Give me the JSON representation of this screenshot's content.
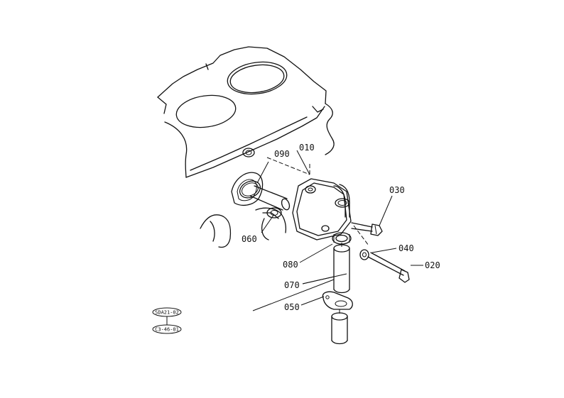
{
  "callouts": {
    "p010": "010",
    "p020": "020",
    "p030": "030",
    "p040": "040",
    "p050": "050",
    "p060": "060",
    "p070": "070",
    "p080": "080",
    "p090": "090"
  },
  "stamps": {
    "top": "SDA21-02",
    "bottom": "C3-46-01"
  },
  "colors": {
    "ink": "#111111",
    "background": "#ffffff"
  }
}
